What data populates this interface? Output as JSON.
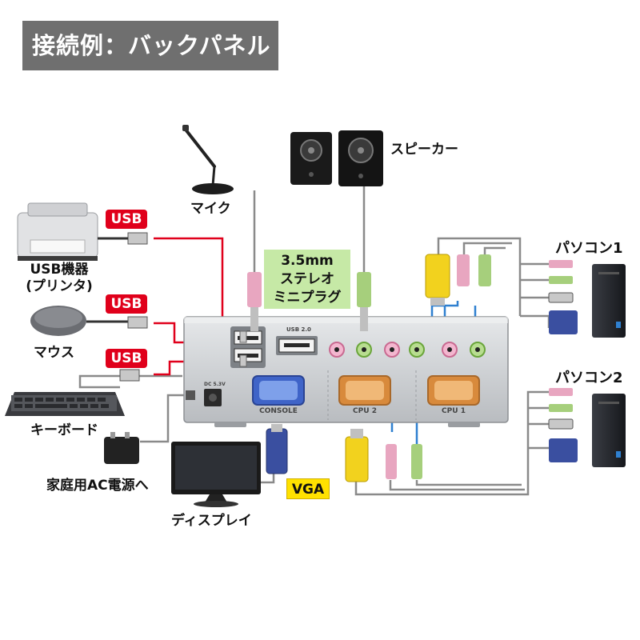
{
  "title": "接続例：バックパネル",
  "devices": {
    "mic": "マイク",
    "speaker": "スピーカー",
    "usb_device_line1": "USB機器",
    "usb_device_line2": "(プリンタ)",
    "mouse": "マウス",
    "keyboard": "キーボード",
    "power": "家庭用AC電源へ",
    "display": "ディスプレイ",
    "pc1": "パソコン1",
    "pc2": "パソコン2"
  },
  "tags": {
    "usb": "USB",
    "mini_plug_line1": "3.5mm",
    "mini_plug_line2": "ステレオ",
    "mini_plug_line3": "ミニプラグ",
    "vga": "VGA"
  },
  "panel": {
    "console": "CONSOLE",
    "cpu2": "CPU 2",
    "cpu1": "CPU 1",
    "usb_label": "USB 2.0",
    "dc_label": "DC 5.3V"
  },
  "colors": {
    "usb_red": "#e0001b",
    "pink_plug": "#e8a6c0",
    "green_plug": "#a6cf7c",
    "vga_yellow": "#f2d21e",
    "vga_blue": "#3a4fa0",
    "cable_gray": "#8a8a8a",
    "cable_blue": "#2f80d0"
  }
}
